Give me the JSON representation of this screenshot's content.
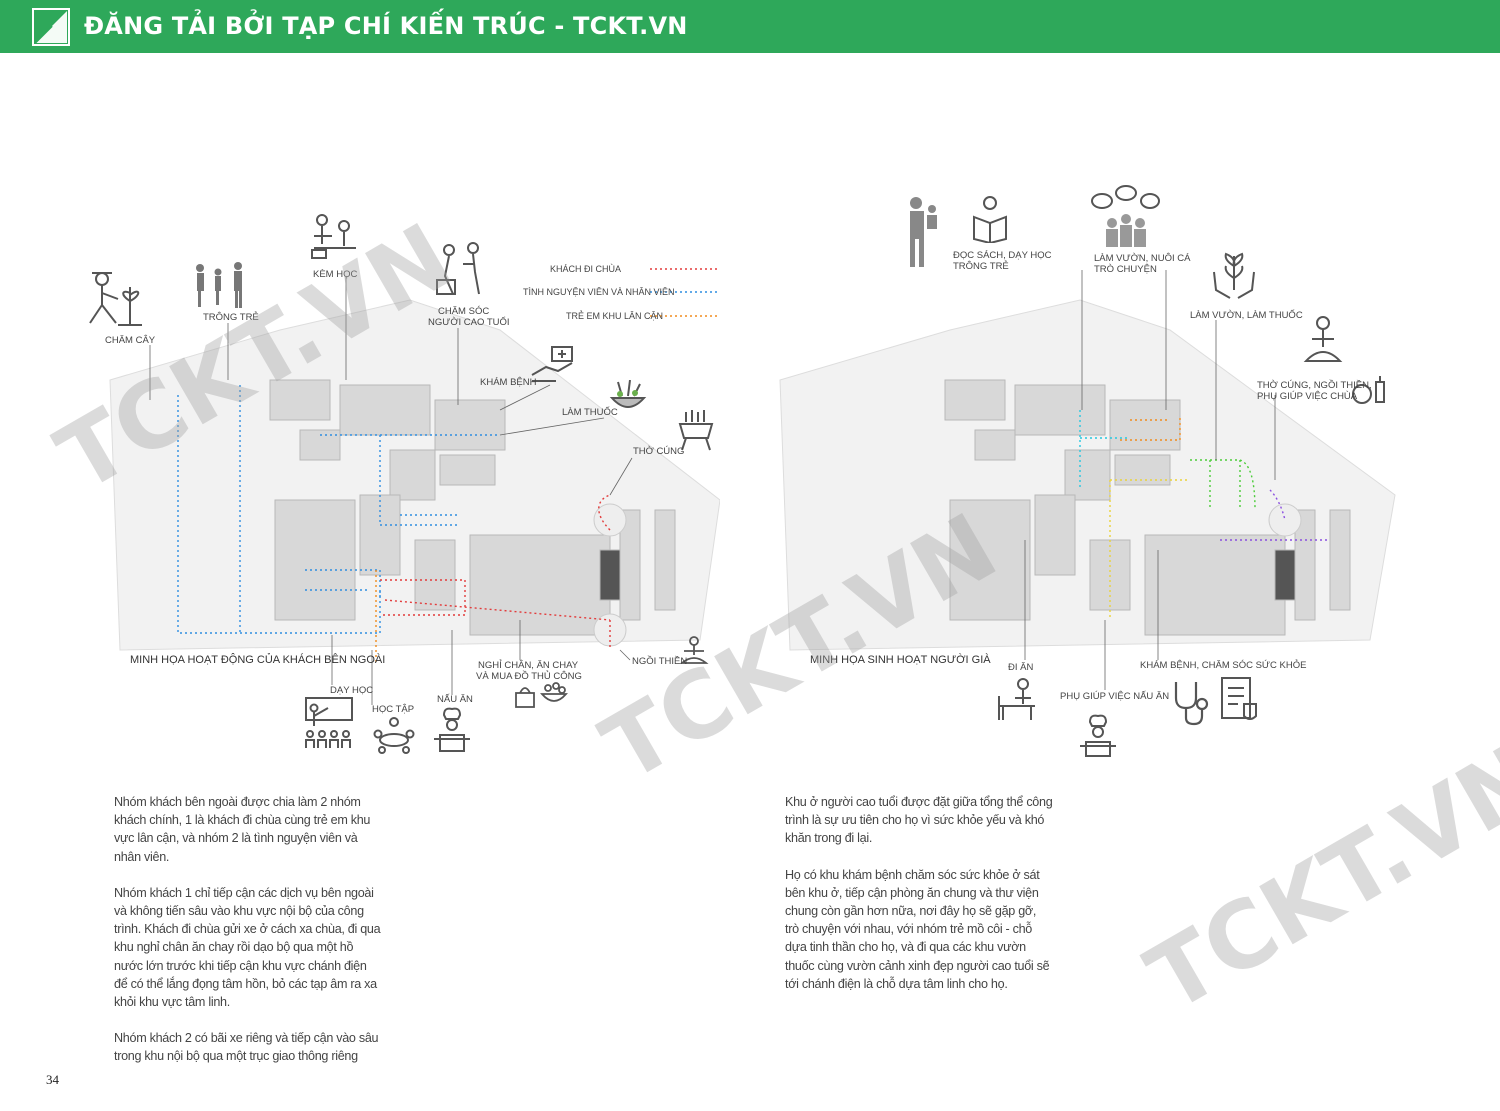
{
  "banner": {
    "title": "ĐĂNG TẢI BỞI TẠP CHÍ KIẾN TRÚC - TCKT.VN",
    "bg_color": "#2ea85a",
    "logo_icon": "tckt-logo-icon"
  },
  "left_panel": {
    "caption": "MINH HỌA HOẠT ĐỘNG CỦA KHÁCH BÊN NGOÀI",
    "legend": [
      {
        "label": "KHÁCH ĐI CHÙA",
        "color": "#e23b3b"
      },
      {
        "label": "TÌNH NGUYỆN VIÊN VÀ NHÂN VIÊN",
        "color": "#2f8ee0"
      },
      {
        "label": "TRẺ EM KHU LÂN CẬN",
        "color": "#f08c1e"
      }
    ],
    "labels": {
      "cham_cay": "CHĂM CÂY",
      "trong_tre": "TRÔNG TRẺ",
      "kem_hoc": "KÈM HỌC",
      "cham_soc_1": "CHĂM SÓC",
      "cham_soc_2": "NGƯỜI CAO TUỔI",
      "kham_benh": "KHÁM BỆNH",
      "lam_thuoc": "LÀM THUỐC",
      "tho_cung": "THỜ CÚNG",
      "ngoi_thien": "NGỒI THIỀN",
      "nghi_chan_1": "NGHỈ CHÂN, ĂN CHAY",
      "nghi_chan_2": "VÀ MUA ĐỒ THỦ CÔNG",
      "nau_an": "NẤU ĂN",
      "hoc_tap": "HỌC TẬP",
      "day_hoc": "DẠY HỌC"
    }
  },
  "right_panel": {
    "caption": "MINH HỌA SINH HOẠT NGƯỜI GIÀ",
    "labels": {
      "doc_sach_1": "ĐỌC SÁCH, DẠY HỌC",
      "doc_sach_2": "TRÔNG TRẺ",
      "lam_vuon_ca_1": "LÀM VƯỜN, NUÔI CÁ",
      "lam_vuon_ca_2": "TRÒ CHUYỆN",
      "lam_vuon_thuoc": "LÀM VƯỜN, LÀM THUỐC",
      "tho_cung_1": "THỜ CÚNG, NGỒI THIỀN,",
      "tho_cung_2": "PHỤ GIÚP VIỆC CHÙA",
      "di_an": "ĐI ĂN",
      "phu_giup": "PHỤ GIÚP VIỆC NẤU ĂN",
      "kham_benh": "KHÁM BỆNH, CHĂM SÓC SỨC KHỎE"
    }
  },
  "left_text": {
    "p1": "Nhóm khách bên ngoài được chia làm 2 nhóm khách chính, 1 là khách đi chùa cùng trẻ em khu vực lân cận, và nhóm 2 là tình nguyện viên và nhân viên.",
    "p2": "Nhóm khách 1 chỉ tiếp cận các dịch vụ bên ngoài và không tiến sâu vào khu vực nội bộ của công trình. Khách đi chùa gửi xe ở cách xa chùa, đi qua khu nghỉ chân ăn chay rồi dạo bộ qua một hồ nước lớn trước khi tiếp cận khu vực chánh điện để có thể lắng đọng tâm hồn, bỏ các tạp âm ra xa khỏi khu vực tâm linh.",
    "p3": "Nhóm khách 2 có bãi xe riêng và tiếp cận vào sâu trong khu nội bộ qua một trục giao thông riêng"
  },
  "right_text": {
    "p1": "Khu ở người cao tuổi được đặt giữa tổng thể công trình là sự ưu tiên cho họ vì sức khỏe yếu và khó khăn trong đi lại.",
    "p2": "Họ có khu khám bệnh chăm sóc sức khỏe ở sát bên khu ở, tiếp cận phòng ăn chung và thư viện chung còn gần hơn nữa, nơi đây họ sẽ gặp gỡ, trò chuyện với nhau, với nhóm trẻ mồ côi - chỗ dựa tinh thần cho họ, và đi qua các khu vườn thuốc cùng vườn cảnh xinh đẹp người cao tuổi sẽ tới chánh điện là chỗ dựa tâm linh cho họ."
  },
  "page_number": "34",
  "watermark": "TCKT.VN",
  "colors": {
    "route_yellow": "#e9d23a",
    "route_cyan": "#25c8e0",
    "route_green": "#4ccc3a",
    "route_purple": "#8a4fe0",
    "route_orange": "#f08c1e"
  }
}
